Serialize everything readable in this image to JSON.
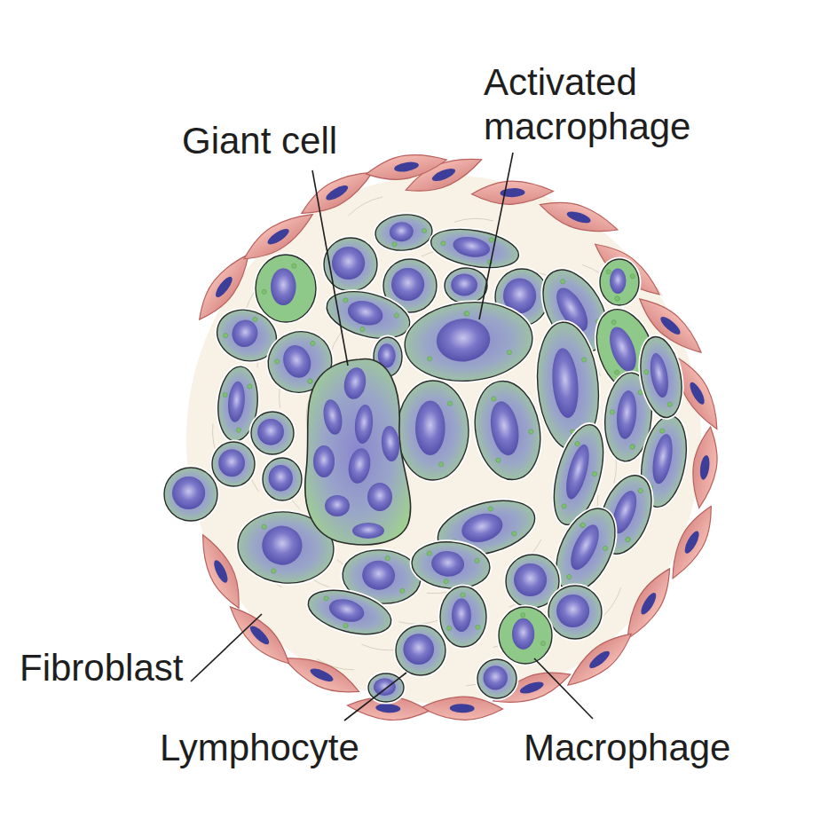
{
  "diagram": {
    "labels": [
      "Giant cell",
      "Activated macrophage",
      "Fibroblast",
      "Lymphocyte",
      "Macrophage"
    ]
  }
}
